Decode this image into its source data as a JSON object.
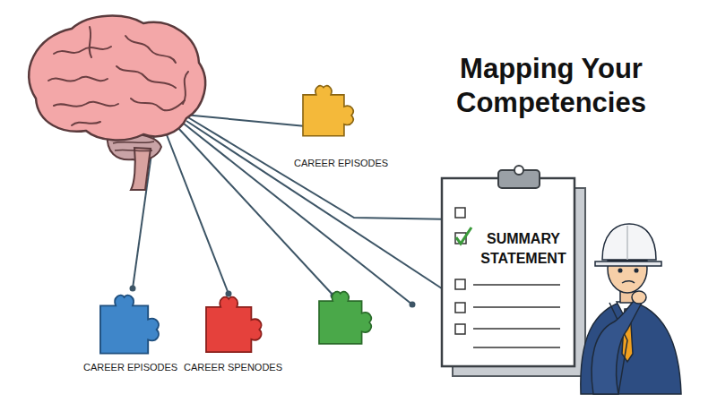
{
  "diagram": {
    "title": "Mapping Your Competencies",
    "nodes": [
      {
        "text": [
          "SUMMARY STATEMENT"
        ]
      }
    ],
    "labels": [
      "CAREER EPISODES",
      "CAREER EPISODES",
      "CAREER SPENODES"
    ]
  }
}
